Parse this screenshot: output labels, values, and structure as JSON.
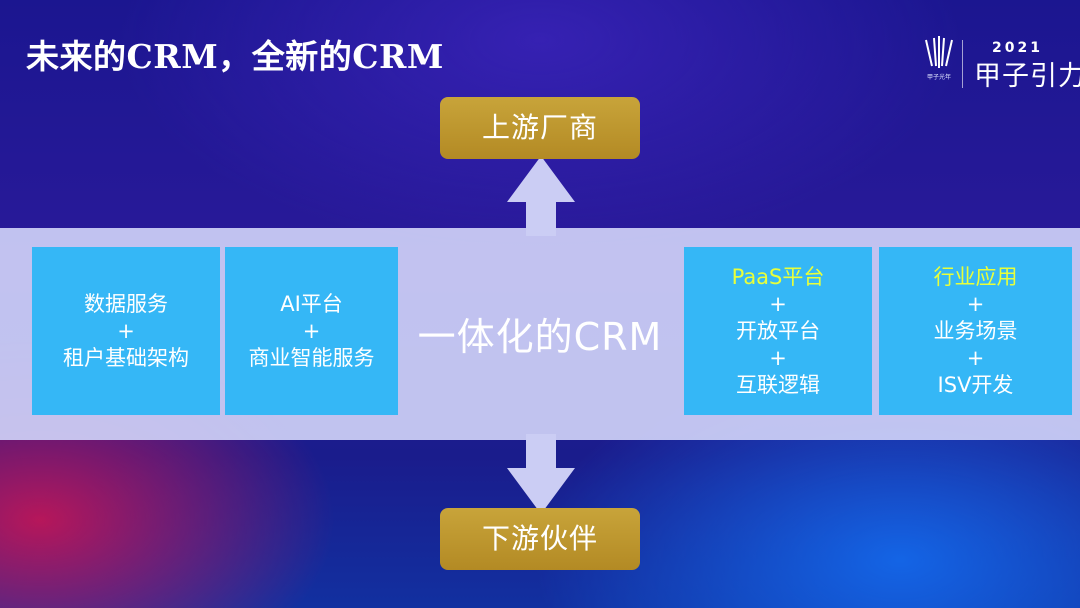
{
  "slide": {
    "title": "未来的CRM，全新的CRM",
    "logo": {
      "caption": "甲子光年",
      "year": "2021",
      "name": "甲子引力"
    },
    "upstream_label": "上游厂商",
    "downstream_label": "下游伙伴",
    "center_label": "一体化的CRM",
    "boxes": [
      {
        "lines": [
          "数据服务",
          "+",
          "租户基础架构"
        ]
      },
      {
        "lines": [
          "AI平台",
          "+",
          "商业智能服务"
        ]
      },
      {
        "lines": [
          "PaaS平台",
          "+",
          "开放平台",
          "+",
          "互联逻辑"
        ]
      },
      {
        "lines": [
          "行业应用",
          "+",
          "业务场景",
          "+",
          "ISV开发"
        ]
      }
    ],
    "colors": {
      "box": "#35b7f6",
      "highlight_text": "#e8ff3a",
      "pill": "#b8922a",
      "band": "#cecff6"
    }
  }
}
